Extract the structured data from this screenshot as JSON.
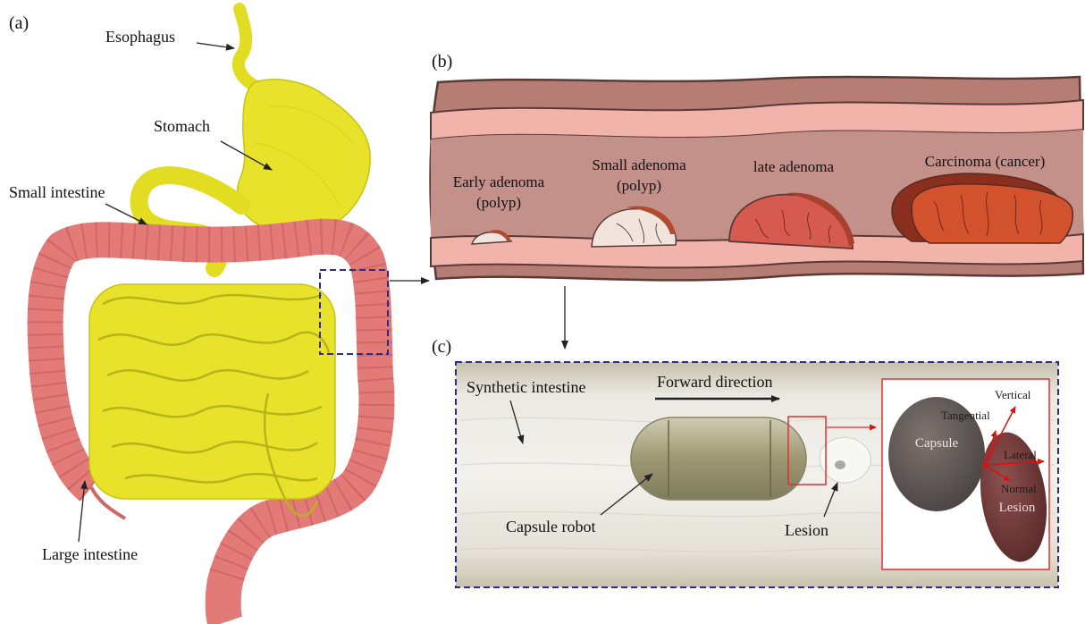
{
  "panel_a": {
    "label": "(a)",
    "esophagus": "Esophagus",
    "stomach": "Stomach",
    "small_intestine": "Small intestine",
    "large_intestine": "Large intestine"
  },
  "panel_b": {
    "label": "(b)",
    "stages": [
      {
        "line1": "Early adenoma",
        "line2": "(polyp)"
      },
      {
        "line1": "Small adenoma",
        "line2": "(polyp)"
      },
      {
        "line1": "late adenoma"
      },
      {
        "line1": "Carcinoma (cancer)"
      }
    ]
  },
  "panel_c": {
    "label": "(c)",
    "synthetic_intestine": "Synthetic intestine",
    "forward_direction": "Forward direction",
    "capsule_robot": "Capsule robot",
    "lesion": "Lesion",
    "inset": {
      "capsule": "Capsule",
      "lesion": "Lesion",
      "vertical": "Vertical",
      "tangential": "Tangential",
      "lateral": "Lateral",
      "normal": "Normal"
    }
  },
  "colors": {
    "stomach_yellow": "#e8e22a",
    "colon_pink": "#e27a78",
    "tissue_outer": "#b57d74",
    "tissue_inner": "#c4918a",
    "wall_band": "#f2b3aa",
    "dashed_box": "#2c2c8f",
    "inset_border": "#e03030",
    "vector_red": "#dd1111"
  }
}
